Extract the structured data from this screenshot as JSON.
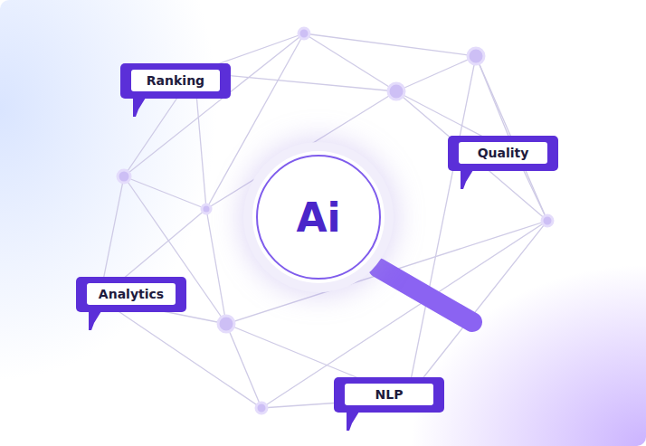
{
  "diagram": {
    "nodes": [
      {
        "text": [
          "Ranking"
        ]
      },
      {
        "text": [
          "Quality"
        ]
      },
      {
        "text": [
          "Ai"
        ]
      },
      {
        "text": [
          "Analytics"
        ]
      },
      {
        "text": [
          "NLP"
        ]
      }
    ]
  }
}
